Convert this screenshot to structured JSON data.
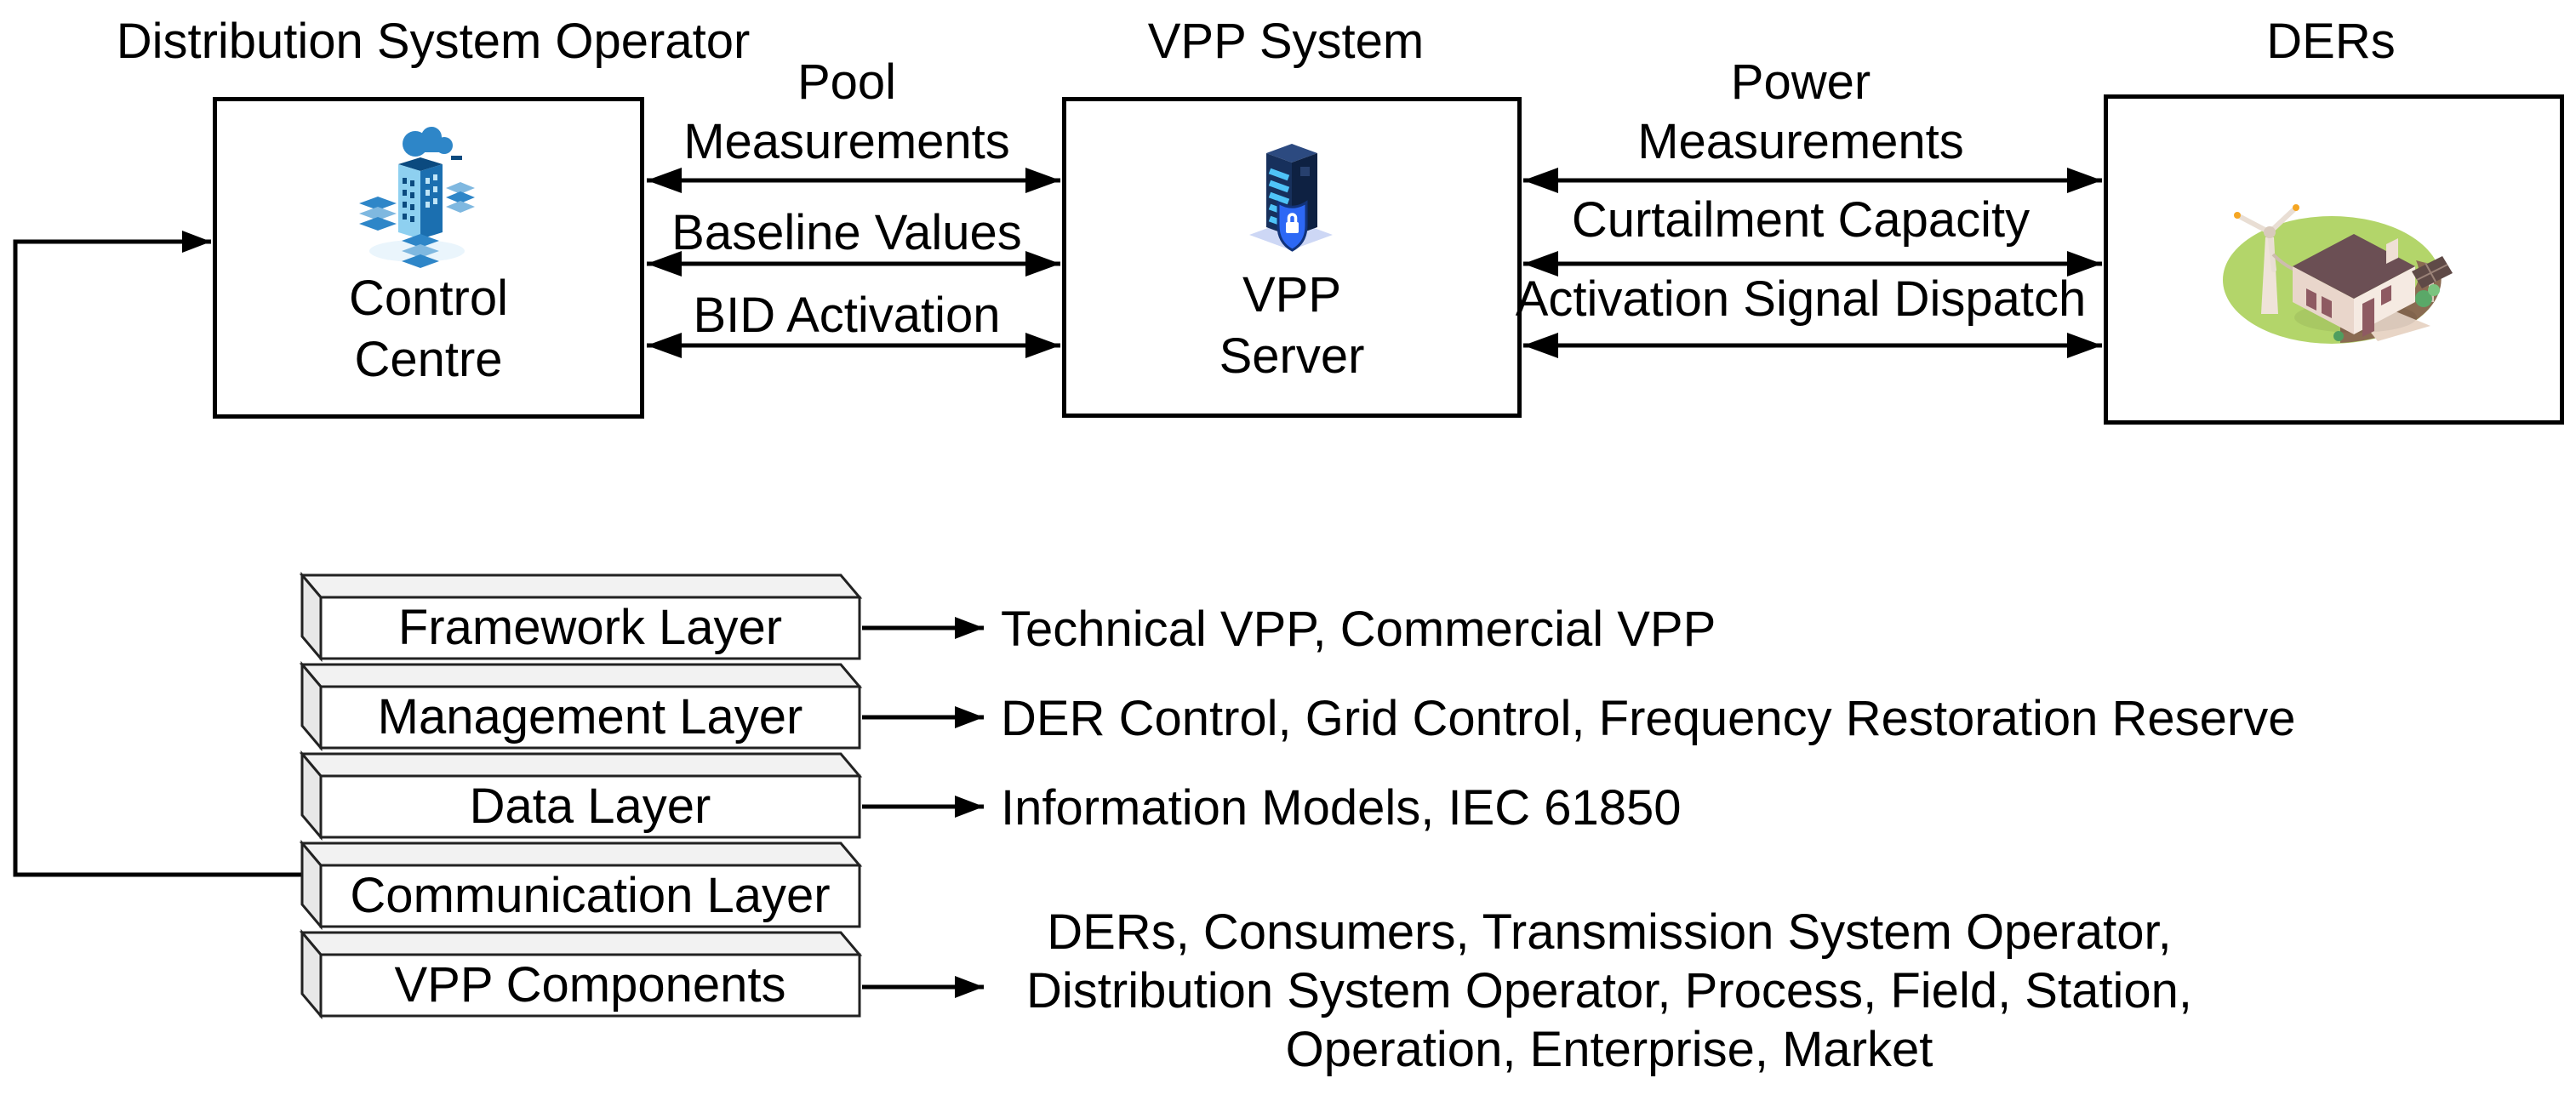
{
  "titles": {
    "dso": "Distribution System Operator",
    "vpp": "VPP System",
    "ders": "DERs"
  },
  "boxes": {
    "control_centre": {
      "line1": "Control",
      "line2": "Centre"
    },
    "vpp_server": {
      "line1": "VPP",
      "line2": "Server"
    }
  },
  "flows_dso_vpp": [
    {
      "lines": [
        "Pool",
        "Measurements"
      ]
    },
    {
      "lines": [
        "Baseline Values"
      ]
    },
    {
      "lines": [
        "BID Activation"
      ]
    }
  ],
  "flows_vpp_ders": [
    {
      "lines": [
        "Power",
        "Measurements"
      ]
    },
    {
      "lines": [
        "Curtailment Capacity"
      ]
    },
    {
      "lines": [
        "Activation Signal Dispatch"
      ]
    }
  ],
  "layers": [
    {
      "label": "Framework Layer",
      "detail": "Technical VPP, Commercial VPP"
    },
    {
      "label": "Management Layer",
      "detail": "DER Control, Grid Control, Frequency Restoration Reserve"
    },
    {
      "label": "Data Layer",
      "detail": "Information Models, IEC 61850"
    },
    {
      "label": "Communication Layer",
      "detail": ""
    },
    {
      "label": "VPP Components",
      "detail_lines": [
        "DERs, Consumers, Transmission System Operator,",
        "Distribution System Operator, Process, Field, Station,",
        "Operation, Enterprise, Market"
      ]
    }
  ],
  "icons": {
    "control_centre": "city-buildings-cloud-icon",
    "vpp_server": "secure-server-icon",
    "ders": "house-wind-turbine-solar-icon"
  },
  "colors": {
    "line": "#000000",
    "layer_top_face": "#f2f2f2",
    "layer_side_face": "#e8e8e8",
    "icon_blue": "#2e86c8",
    "icon_light_blue": "#8ed0f0",
    "icon_navy": "#0b4a7f",
    "server_body": "#17305c",
    "server_stripe": "#4fc3f7",
    "shield_blue": "#2d68f5",
    "ders_green": "#b3d56a",
    "ders_roof": "#6b4f54",
    "ders_dirt": "#8a6b52"
  }
}
